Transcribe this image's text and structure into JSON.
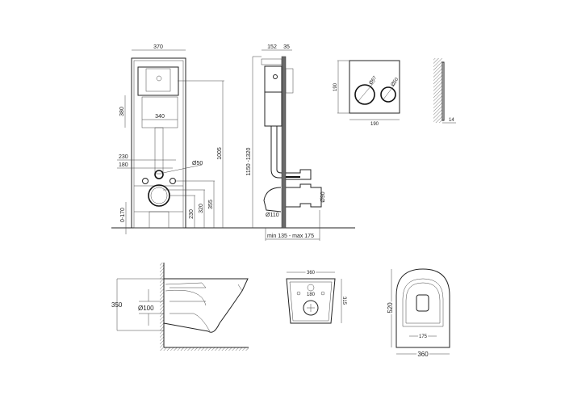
{
  "front_view": {
    "width": "370",
    "cistern_height": "380",
    "cistern_width": "340",
    "bolt_spacing_outer": "230",
    "bolt_spacing_inner": "180",
    "inlet_diameter": "Ø50",
    "height_actuator": "1005",
    "height_bolts": "355",
    "height_inlet": "320",
    "height_outlet": "230",
    "foot_adjust": "0-170"
  },
  "side_view": {
    "depth": "152",
    "panel_depth": "35",
    "height_range": "1150 -1320",
    "outlet_diameter": "Ø110",
    "connector_diameter": "Ø90",
    "wall_distance": "min 135 - max 175"
  },
  "flush_plate": {
    "height": "190",
    "width": "190",
    "big_button": "Ø67",
    "small_button": "Ø50",
    "thickness": "14"
  },
  "toilet_side": {
    "height": "350",
    "pipe_diameter": "Ø100"
  },
  "toilet_rear": {
    "width": "360",
    "depth": "315",
    "bolt_spacing": "180"
  },
  "toilet_top": {
    "length": "520",
    "seat_holes": "175",
    "width": "360"
  }
}
